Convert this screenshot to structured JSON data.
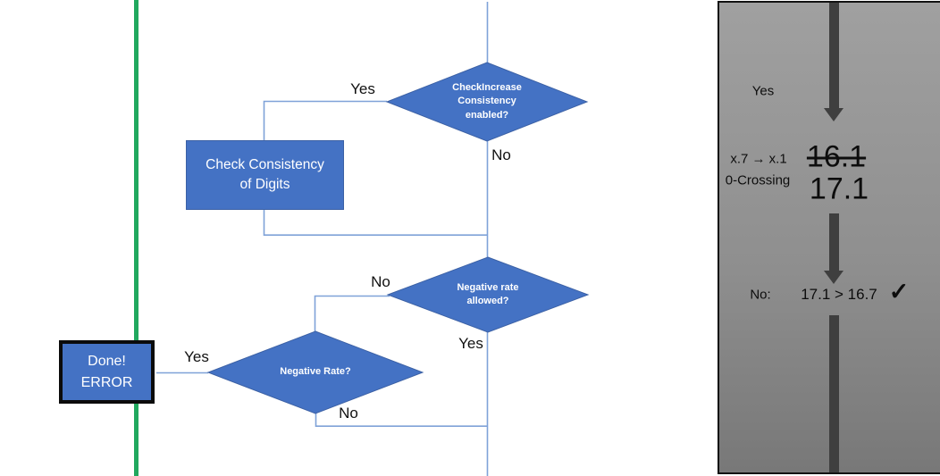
{
  "colors": {
    "shape_blue": "#4472c4",
    "shape_border_blue": "#3c61a5",
    "connector_blue": "#7fa2d8",
    "green_line": "#21a85e",
    "panel_gray_top": "#a0a0a0",
    "panel_gray_bottom": "#787878",
    "arrow_gray": "#3f3f3f",
    "done_box_border": "#0b0b0b"
  },
  "flowchart": {
    "decision_check_increase": "CheckIncrease\nConsistency\nenabled?",
    "process_check_consistency": "Check Consistency\nof Digits",
    "decision_negative_rate_allowed": "Negative rate\nallowed?",
    "decision_negative_rate": "Negative Rate?",
    "terminal_done_error": "Done!\nERROR",
    "labels": {
      "yes_top": "Yes",
      "no_top": "No",
      "no_mid": "No",
      "yes_mid": "Yes",
      "yes_low": "Yes",
      "no_low": "No"
    }
  },
  "side_panel": {
    "yes_label": "Yes",
    "rule_line1": "x.7 → x.1",
    "rule_line2": "0-Crossing",
    "value_old": "16.1",
    "value_new": "17.1",
    "result_prefix": "No:",
    "result_comparison": "17.1 > 16.7",
    "check_icon": "✓"
  }
}
